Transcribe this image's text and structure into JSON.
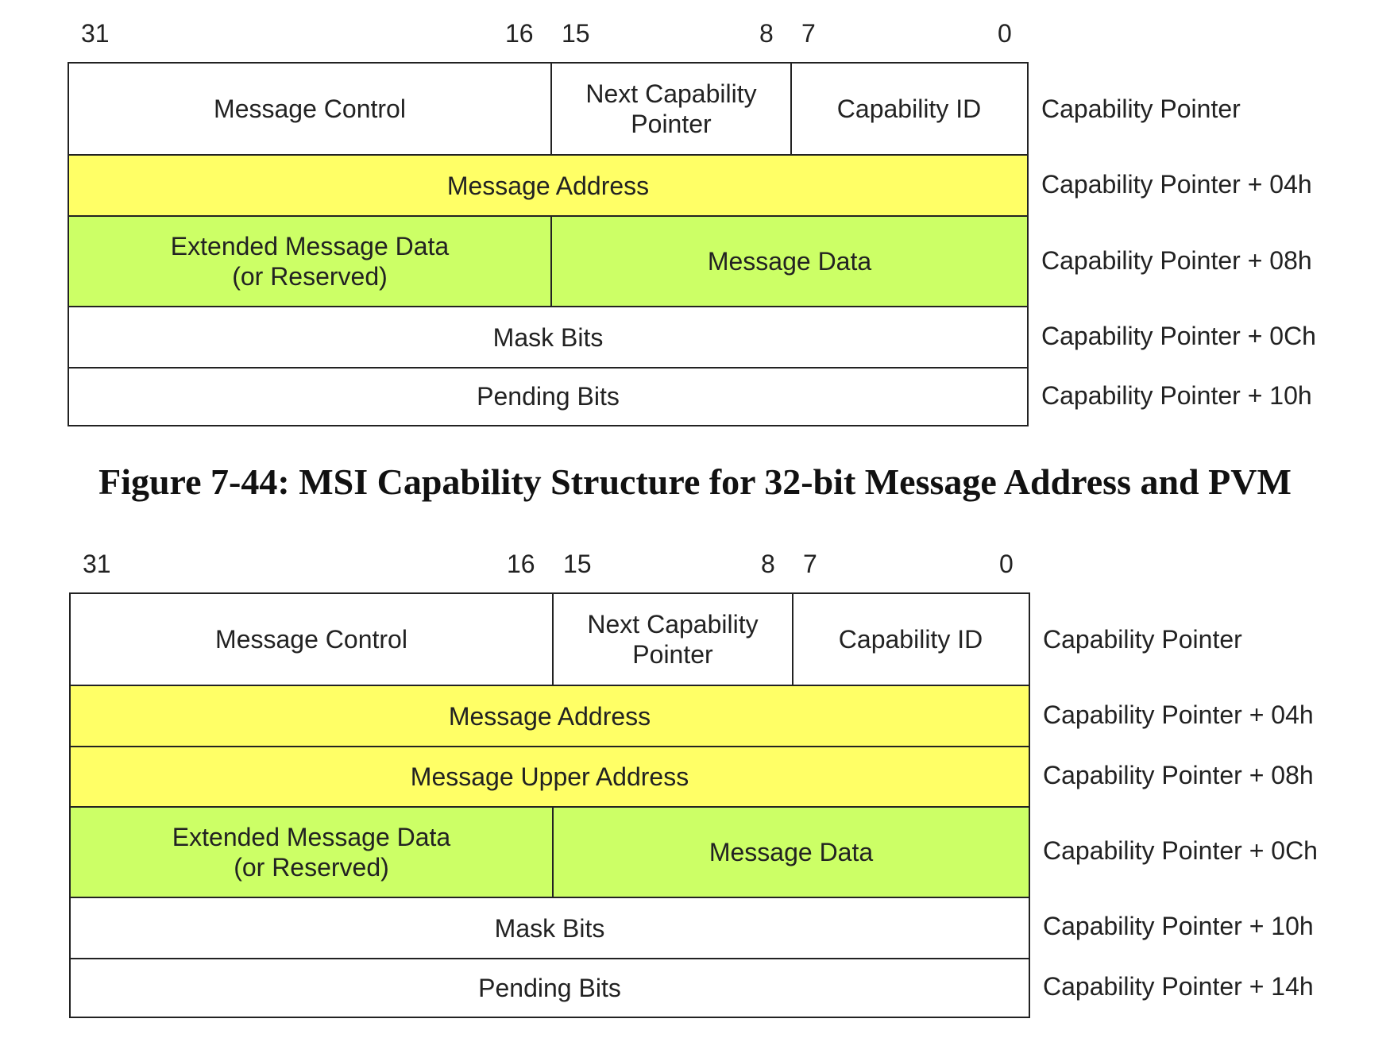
{
  "colors": {
    "yellow": "#ffff66",
    "green": "#ccff66",
    "white": "#ffffff"
  },
  "diagram1": {
    "bits": [
      "31",
      "16",
      "15",
      "8",
      "7",
      "0"
    ],
    "row1": {
      "message_control": "Message Control",
      "next_cap": "Next Capability\nPointer",
      "cap_id": "Capability ID",
      "offset": "Capability Pointer"
    },
    "row2": {
      "label": "Message Address",
      "offset": "Capability Pointer + 04h"
    },
    "row3": {
      "ext_data": "Extended Message Data\n(or Reserved)",
      "msg_data": "Message Data",
      "offset": "Capability Pointer + 08h"
    },
    "row4": {
      "label": "Mask Bits",
      "offset": "Capability Pointer + 0Ch"
    },
    "row5": {
      "label": "Pending Bits",
      "offset": "Capability Pointer + 10h"
    }
  },
  "caption": "Figure 7-44:  MSI Capability Structure for 32-bit Message Address and PVM",
  "diagram2": {
    "bits": [
      "31",
      "16",
      "15",
      "8",
      "7",
      "0"
    ],
    "row1": {
      "message_control": "Message Control",
      "next_cap": "Next Capability\nPointer",
      "cap_id": "Capability ID",
      "offset": "Capability Pointer"
    },
    "row2": {
      "label": "Message Address",
      "offset": "Capability Pointer + 04h"
    },
    "row3": {
      "label": "Message Upper Address",
      "offset": "Capability Pointer + 08h"
    },
    "row4": {
      "ext_data": "Extended Message Data\n(or Reserved)",
      "msg_data": "Message Data",
      "offset": "Capability Pointer + 0Ch"
    },
    "row5": {
      "label": "Mask Bits",
      "offset": "Capability Pointer + 10h"
    },
    "row6": {
      "label": "Pending Bits",
      "offset": "Capability Pointer + 14h"
    }
  }
}
